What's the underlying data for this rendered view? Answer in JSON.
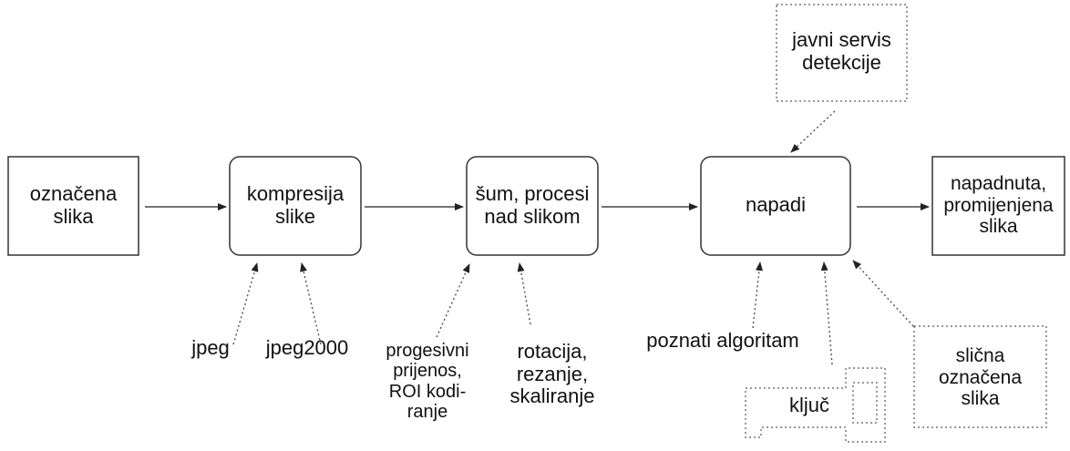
{
  "nodes": {
    "marked_image": "označena\nslika",
    "compression": "kompresija\nslike",
    "noise": "šum, procesi\nnad slikom",
    "attacks": "napadi",
    "attacked_image": "napadnuta,\npromijenjena\nslika",
    "detection_service": "javni servis\ndetekcije",
    "similar_image": "slična\noznačena\nslika",
    "key": "ključ"
  },
  "annotations": {
    "jpeg": "jpeg",
    "jpeg2000": "jpeg2000",
    "progressive": "progesivni\nprijenos,\nROI kodi-\nranje",
    "rotation": "rotacija,\nrezanje,\nskaliranje",
    "known_algorithm": "poznati algoritam"
  },
  "colors": {
    "line": "#222222",
    "box_border": "#333333",
    "dotted_border": "#666666"
  }
}
